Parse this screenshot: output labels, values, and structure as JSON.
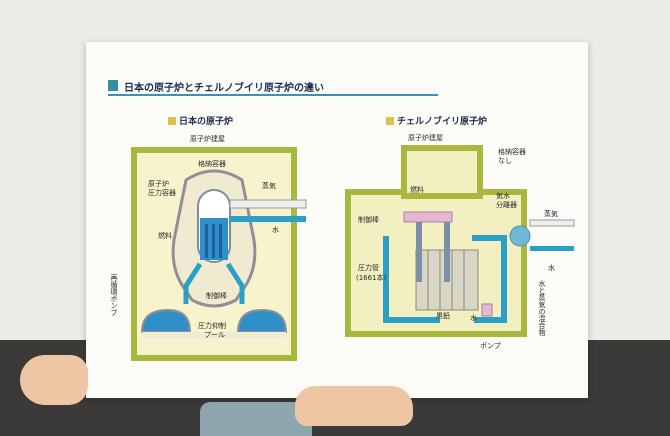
{
  "board": {
    "title": "日本の原子炉とチェルノブイリ原子炉の違い",
    "japan": {
      "heading": "日本の原子炉",
      "building": "原子炉建屋",
      "containment": "格納容器",
      "vessel_line1": "原子炉",
      "vessel_line2": "圧力容器",
      "steam": "蒸気",
      "water": "水",
      "fuel": "燃料",
      "control_rod": "制御棒",
      "recirc_pump": "再循環ポンプ",
      "suppression_line1": "圧力抑制",
      "suppression_line2": "プール"
    },
    "chernobyl": {
      "heading": "チェルノブイリ原子炉",
      "building": "原子炉建屋",
      "containment_line1": "格納容器",
      "containment_line2": "なし",
      "fuel": "燃料",
      "control_rod": "制御棒",
      "separator_line1": "気水",
      "separator_line2": "分離器",
      "steam": "蒸気",
      "water": "水",
      "pressure_tube": "圧力管",
      "tube_count": "(1661本)",
      "graphite": "黒鉛",
      "water_small": "水",
      "pump": "ポンプ",
      "mixture": "水と蒸気の混合物"
    }
  },
  "colors": {
    "building": "#a8b73e",
    "building_fill": "#f2efc0",
    "pipe": "#2aa0c8",
    "water": "#2f8fc9",
    "accent": "#2f8fa6"
  }
}
